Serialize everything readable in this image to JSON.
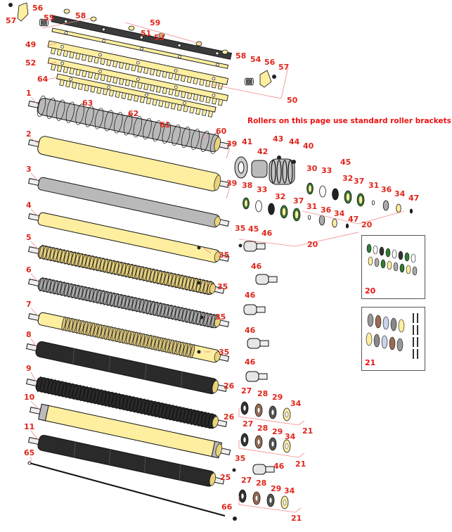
{
  "diagram": {
    "title_note": "Rollers on this page use standard roller brackets",
    "colors": {
      "label_red": "#e0261b",
      "leader_line": "#f08a8a",
      "yellow_part": "#fdeea0",
      "gray_part": "#b9b9b9",
      "black_part": "#2a2a2a",
      "brown_washer": "#9b6a55"
    },
    "rollers": [
      {
        "number": "1",
        "type": "grooved gray roller"
      },
      {
        "number": "2",
        "type": "smooth yellow roller"
      },
      {
        "number": "3",
        "type": "smooth gray roller"
      },
      {
        "number": "4",
        "type": "smooth yellow roller small"
      },
      {
        "number": "5",
        "type": "yellow wiehle roller"
      },
      {
        "number": "6",
        "type": "gray wiehle roller"
      },
      {
        "number": "7",
        "type": "yellow combination roller"
      },
      {
        "number": "8",
        "type": "black segmented roller"
      },
      {
        "number": "9",
        "type": "black spiral roller"
      },
      {
        "number": "10",
        "type": "yellow smooth roller with gray caps"
      },
      {
        "number": "11",
        "type": "black segmented roller"
      },
      {
        "number": "65",
        "type": "rod"
      }
    ],
    "callouts": [
      "57",
      "56",
      "55",
      "58",
      "59",
      "51",
      "53",
      "49",
      "52",
      "64",
      "58",
      "54",
      "56",
      "57",
      "50",
      "63",
      "62",
      "61",
      "60",
      "39",
      "39",
      "41",
      "42",
      "43",
      "44",
      "40",
      "30",
      "33",
      "45",
      "32",
      "37",
      "31",
      "36",
      "34",
      "47",
      "20",
      "38",
      "33",
      "32",
      "37",
      "31",
      "36",
      "34",
      "47",
      "45",
      "20",
      "35",
      "46",
      "35",
      "46",
      "35",
      "46",
      "35",
      "46",
      "35",
      "46",
      "26",
      "27",
      "28",
      "29",
      "34",
      "21",
      "26",
      "27",
      "28",
      "29",
      "34",
      "21",
      "35",
      "46",
      "25",
      "27",
      "28",
      "29",
      "34",
      "21",
      "66"
    ],
    "insets": [
      {
        "number": "20",
        "content": "bearing kit"
      },
      {
        "number": "21",
        "content": "washer kit"
      }
    ]
  }
}
